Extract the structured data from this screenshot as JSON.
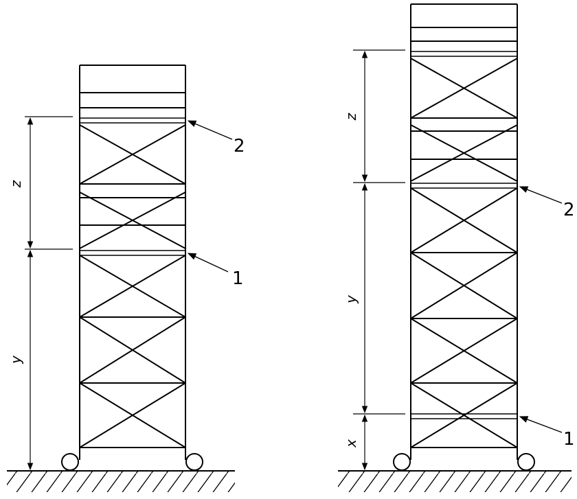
{
  "figures": [
    {
      "id": "left-tower",
      "dimensions": {
        "z": "z",
        "y": "y"
      },
      "callouts": [
        {
          "number": "2"
        },
        {
          "number": "1"
        }
      ]
    },
    {
      "id": "right-tower",
      "dimensions": {
        "z": "z",
        "y": "y",
        "x": "x"
      },
      "callouts": [
        {
          "number": "2"
        },
        {
          "number": "1"
        }
      ]
    }
  ],
  "colors": {
    "line": "#000000",
    "background": "#ffffff"
  }
}
